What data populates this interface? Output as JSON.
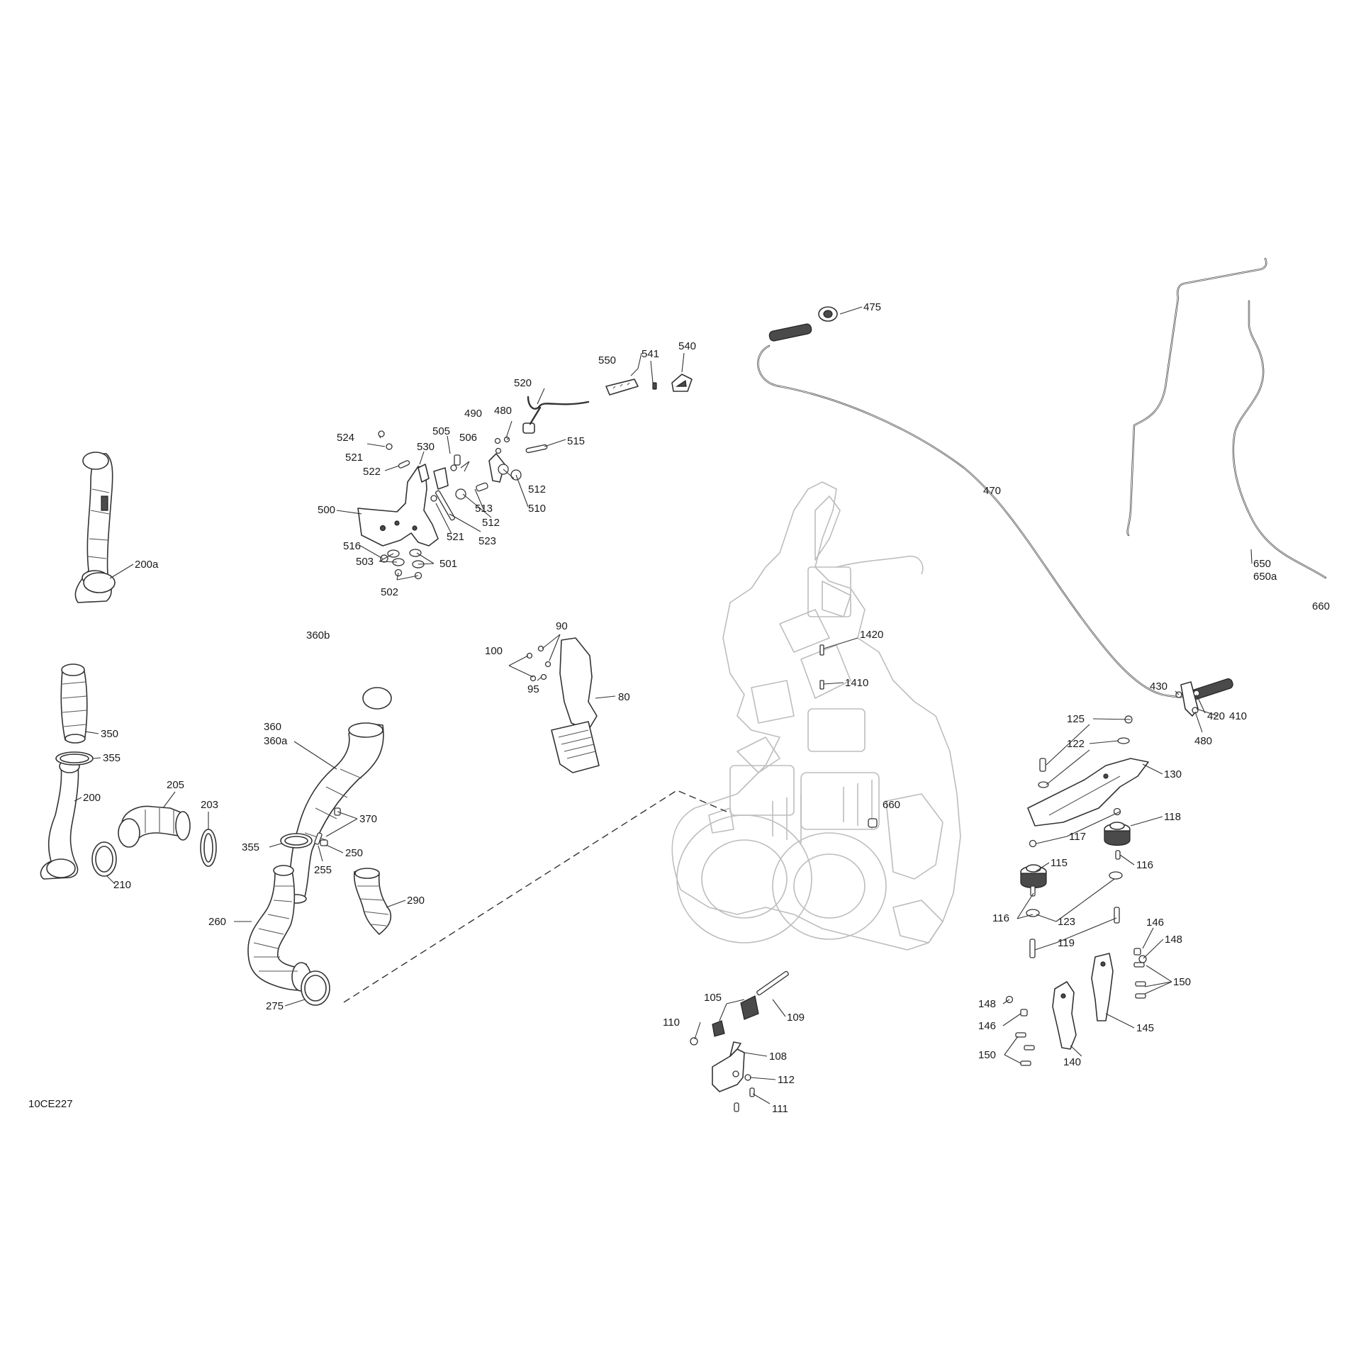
{
  "diagram_code": "10CE227",
  "labels": {
    "l475": "475",
    "l470": "470",
    "l650": "650",
    "l650a": "650a",
    "l660a": "660",
    "l540": "540",
    "l541": "541",
    "l550": "550",
    "l520": "520",
    "l490": "490",
    "l480a": "480",
    "l524": "524",
    "l521a": "521",
    "l505": "505",
    "l506": "506",
    "l515": "515",
    "l530": "530",
    "l522": "522",
    "l512a": "512",
    "l510": "510",
    "l513": "513",
    "l500": "500",
    "l512b": "512",
    "l521b": "521",
    "l523": "523",
    "l516": "516",
    "l503": "503",
    "l501": "501",
    "l502": "502",
    "l200a": "200a",
    "l360b": "360b",
    "l90": "90",
    "l100": "100",
    "l95": "95",
    "l80": "80",
    "l1420": "1420",
    "l1410": "1410",
    "l430": "430",
    "l420": "420",
    "l410": "410",
    "l480b": "480",
    "l350": "350",
    "l355a": "355",
    "l360": "360",
    "l360a": "360a",
    "l200": "200",
    "l205": "205",
    "l203": "203",
    "l210": "210",
    "l370": "370",
    "l355b": "355",
    "l250": "250",
    "l255": "255",
    "l290": "290",
    "l260": "260",
    "l275": "275",
    "l125": "125",
    "l122": "122",
    "l130": "130",
    "l118": "118",
    "l117": "117",
    "l115": "115",
    "l116a": "116",
    "l116b": "116",
    "l123": "123",
    "l119": "119",
    "l660b": "660",
    "l146a": "146",
    "l148a": "148",
    "l150a": "150",
    "l148b": "148",
    "l146b": "146",
    "l145": "145",
    "l150b": "150",
    "l140": "140",
    "l105": "105",
    "l109": "109",
    "l110": "110",
    "l108": "108",
    "l112": "112",
    "l111": "111"
  }
}
